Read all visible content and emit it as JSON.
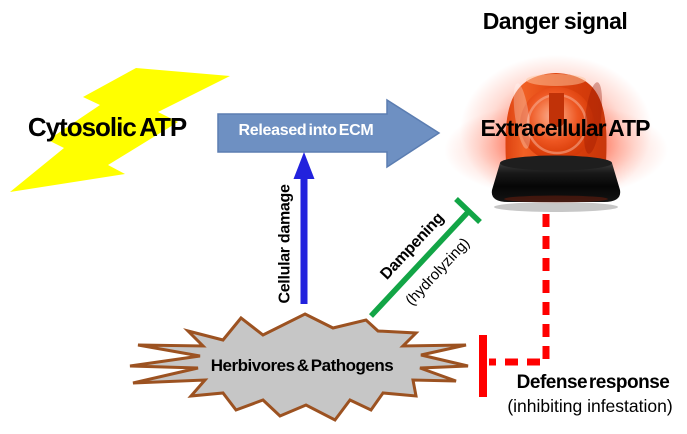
{
  "diagram": {
    "danger_signal": "Danger signal",
    "cytosolic_atp": "Cytosolic ATP",
    "released_into_ecm": "Released into ECM",
    "extracellular_atp": "Extracellular ATP",
    "cellular_damage": "Cellular damage",
    "dampening": "Dampening",
    "hydrolyzing": "(hydrolyzing)",
    "herbivores_pathogens": "Herbivores & Pathogens",
    "defense_response": "Defense response",
    "inhibiting_infestation": "(inhibiting infestation)"
  },
  "icons": {
    "lightning_bolt": "lightning-bolt-icon",
    "siren": "siren-icon",
    "starburst": "starburst-icon"
  },
  "colors": {
    "lightning_yellow": "#FFFF00",
    "banner_blue": "#6E90C2",
    "banner_blue_border": "#5B7DB1",
    "arrow_blue": "#2222DD",
    "inhibit_green": "#12A546",
    "inhibit_red": "#FF0000",
    "starburst_gray": "#C6C6C6",
    "starburst_brown": "#9C5221",
    "siren_orange": "#E8491D",
    "text_black": "#000000"
  }
}
